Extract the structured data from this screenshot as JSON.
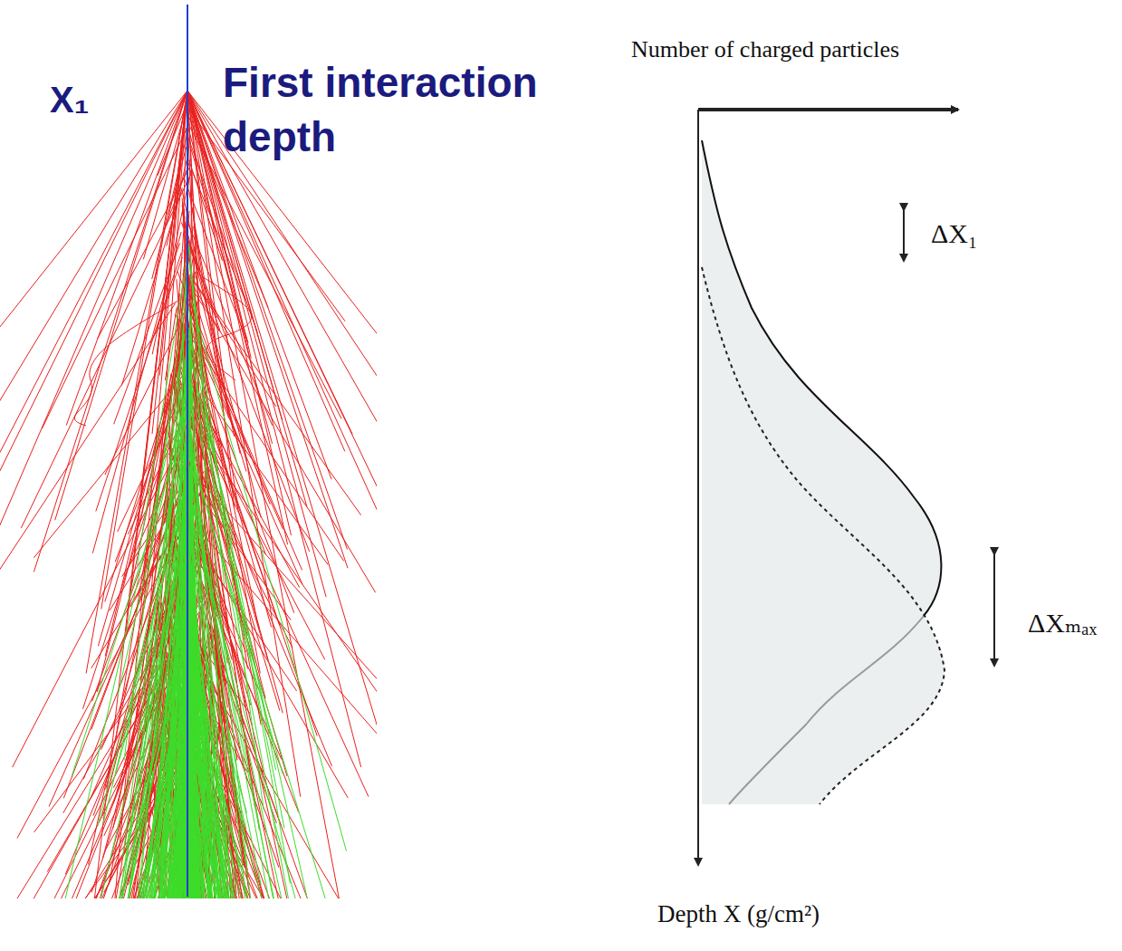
{
  "diagram": {
    "labels": [
      "X₁",
      "First interaction depth",
      "Number of charged particles",
      "ΔX₁",
      "ΔXₘₐₓ",
      "Depth X (g/cm²)"
    ]
  }
}
